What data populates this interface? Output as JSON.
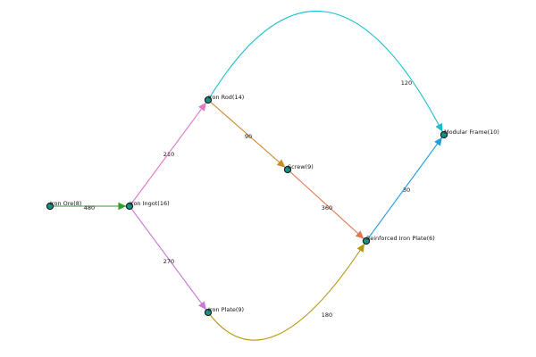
{
  "diagram": {
    "nodes": [
      {
        "id": "iron-ore",
        "label": "Iron Ore(8)"
      },
      {
        "id": "iron-ingot",
        "label": "Iron Ingot(16)"
      },
      {
        "id": "iron-rod",
        "label": "Iron Rod(14)"
      },
      {
        "id": "iron-plate",
        "label": "Iron Plate(9)"
      },
      {
        "id": "screw",
        "label": "Screw(9)"
      },
      {
        "id": "reinforced-iron-plate",
        "label": "Reinforced Iron Plate(6)"
      },
      {
        "id": "modular-frame",
        "label": "Modular Frame(10)"
      }
    ],
    "edges": [
      {
        "id": "ore-ingot",
        "source": "iron-ore",
        "target": "iron-ingot",
        "label": "480",
        "color": "#2ca02c"
      },
      {
        "id": "ingot-rod",
        "source": "iron-ingot",
        "target": "iron-rod",
        "label": "210",
        "color": "#e377c2"
      },
      {
        "id": "ingot-plate",
        "source": "iron-ingot",
        "target": "iron-plate",
        "label": "270",
        "color": "#c777d6"
      },
      {
        "id": "rod-screw",
        "source": "iron-rod",
        "target": "screw",
        "label": "90",
        "color": "#c98a2e"
      },
      {
        "id": "rod-frame",
        "source": "iron-rod",
        "target": "modular-frame",
        "label": "120",
        "color": "#17becf"
      },
      {
        "id": "screw-rip",
        "source": "screw",
        "target": "reinforced-iron-plate",
        "label": "360",
        "color": "#e0784f"
      },
      {
        "id": "plate-rip",
        "source": "iron-plate",
        "target": "reinforced-iron-plate",
        "label": "180",
        "color": "#b8960f"
      },
      {
        "id": "rip-frame",
        "source": "reinforced-iron-plate",
        "target": "modular-frame",
        "label": "30",
        "color": "#1f9de0"
      }
    ]
  }
}
